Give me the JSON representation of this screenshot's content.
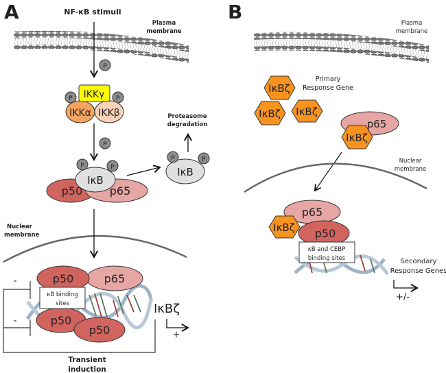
{
  "panels": {
    "A": {
      "letter": "A",
      "stimuli": "NF-κB stimuli",
      "plasma_membrane": [
        "Plasma",
        "membrane"
      ],
      "phospho": "P",
      "ikk_gamma": "IKKγ",
      "ikk_alpha": "IKKα",
      "ikk_beta": "IKKβ",
      "ikb": "IκB",
      "p50": "p50",
      "p65": "p65",
      "proteasome": [
        "Proteasome",
        "degradation"
      ],
      "nuclear_membrane": [
        "Nuclear",
        "membrane"
      ],
      "binding_box": [
        "κB binding",
        "sites"
      ],
      "minus": "-",
      "plus": "+",
      "gene": "IκBζ",
      "transient": [
        "Transient",
        "induction"
      ]
    },
    "B": {
      "letter": "B",
      "plasma_membrane": [
        "Plasma",
        "membrane"
      ],
      "ikbz": "IκBζ",
      "primary": [
        "Primary",
        "Response Gene"
      ],
      "p65": "p65",
      "p50": "p50",
      "nuclear_membrane": [
        "Nuclear",
        "membrane"
      ],
      "binding_box": [
        "κB and CEBP",
        "binding sites"
      ],
      "secondary": [
        "Secondary",
        "Response Genes"
      ],
      "plusminus": "+/-"
    }
  },
  "colors": {
    "ikk_gamma": "#ffff00",
    "ikk_alpha": "#f4a460",
    "ikk_beta": "#f9d2b8",
    "p50": "#d2645f",
    "p65": "#e6a6a4",
    "ikb": "#e0e0e0",
    "phospho": "#8c8c8c",
    "ikbz": "#f7931e",
    "membrane": "#666666"
  }
}
